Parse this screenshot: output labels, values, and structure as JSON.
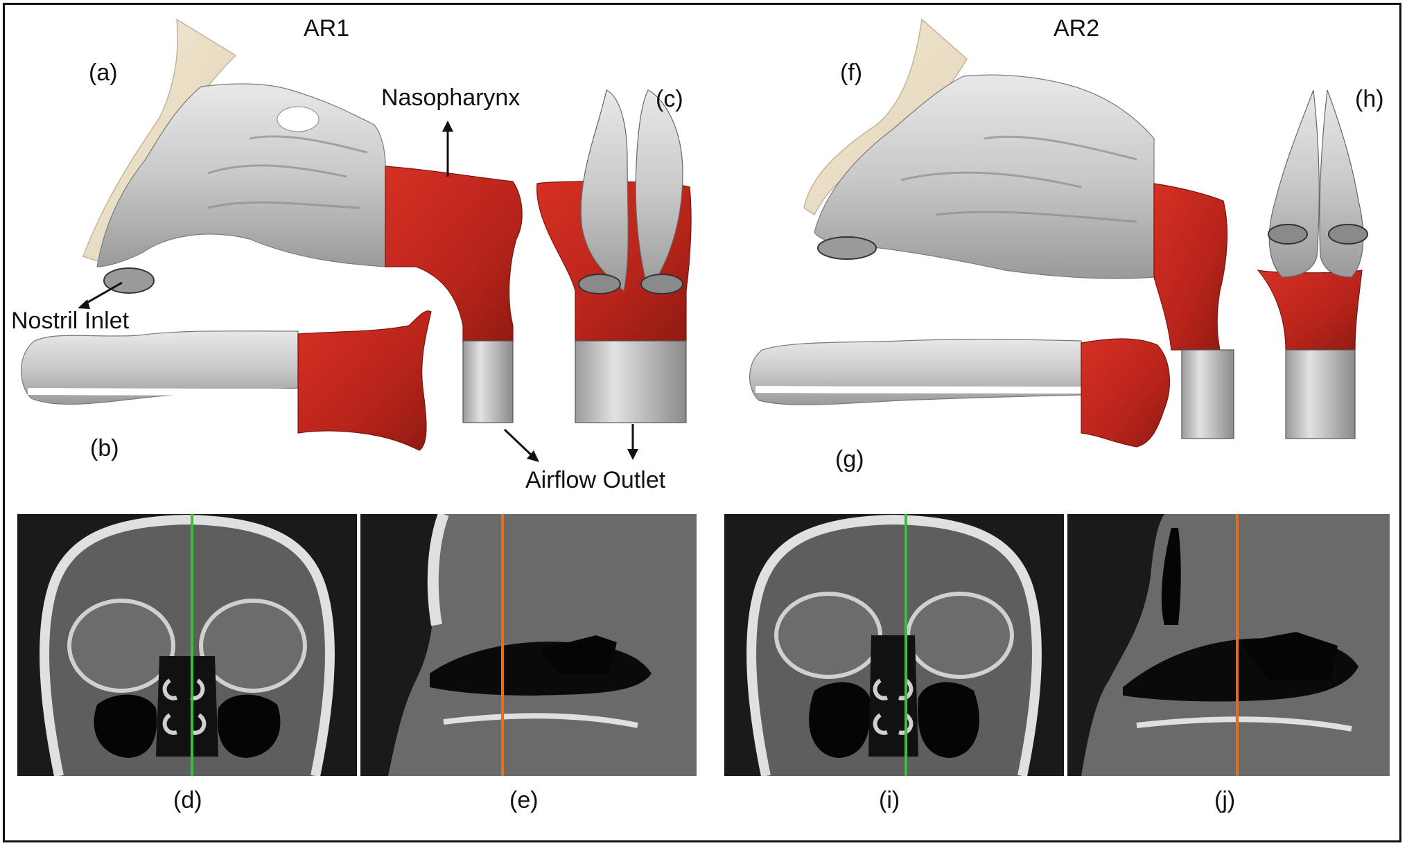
{
  "figure": {
    "left_model": {
      "title": "AR1",
      "panels": {
        "a": "(a)",
        "b": "(b)",
        "c": "(c)",
        "d": "(d)",
        "e": "(e)"
      }
    },
    "right_model": {
      "title": "AR2",
      "panels": {
        "f": "(f)",
        "g": "(g)",
        "h": "(h)",
        "i": "(i)",
        "j": "(j)"
      }
    },
    "annotations": {
      "nasopharynx": "Nasopharynx",
      "nostril_inlet": "Nostril Inlet",
      "airflow_outlet": "Airflow Outlet"
    }
  },
  "colors": {
    "nasopharynx_region": "#c8281c",
    "airway_surface": "#cfcfcf",
    "face_skin": "#eadcc0",
    "coronal_line": "#3cbf3c",
    "sagittal_line": "#e07020",
    "ct_background": "#1a1a1a"
  }
}
